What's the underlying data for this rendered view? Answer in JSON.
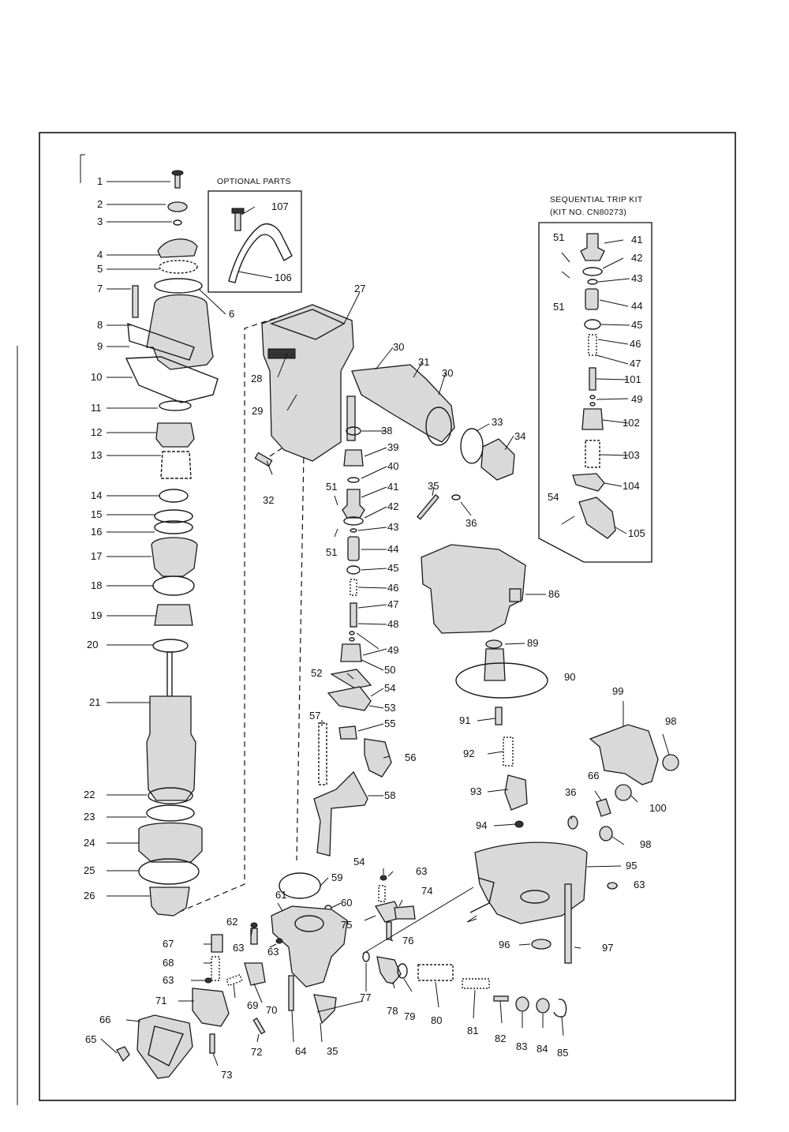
{
  "headers": {
    "optional": "OPTIONAL PARTS",
    "kit_line1": "SEQUENTIAL TRIP KIT",
    "kit_line2": "(KIT NO. CN80273)"
  },
  "callouts": [
    "1",
    "2",
    "3",
    "4",
    "5",
    "6",
    "7",
    "8",
    "9",
    "10",
    "11",
    "12",
    "13",
    "14",
    "15",
    "16",
    "17",
    "18",
    "19",
    "20",
    "21",
    "22",
    "23",
    "24",
    "25",
    "26",
    "27",
    "28",
    "29",
    "30",
    "30",
    "31",
    "32",
    "33",
    "34",
    "35",
    "36",
    "38",
    "39",
    "40",
    "41",
    "42",
    "43",
    "44",
    "45",
    "46",
    "47",
    "48",
    "49",
    "50",
    "51",
    "51",
    "52",
    "53",
    "54",
    "55",
    "56",
    "57",
    "58",
    "59",
    "60",
    "61",
    "62",
    "63",
    "63",
    "63",
    "64",
    "35",
    "65",
    "66",
    "67",
    "68",
    "69",
    "70",
    "71",
    "72",
    "73",
    "74",
    "75",
    "76",
    "77",
    "78",
    "79",
    "80",
    "81",
    "82",
    "83",
    "84",
    "85",
    "86",
    "89",
    "90",
    "91",
    "92",
    "93",
    "94",
    "36",
    "66",
    "99",
    "98",
    "100",
    "98",
    "95",
    "63",
    "96",
    "97",
    "54",
    "63",
    "107",
    "106",
    "51",
    "51",
    "41",
    "42",
    "43",
    "44",
    "45",
    "46",
    "47",
    "101",
    "49",
    "102",
    "103",
    "104",
    "54",
    "105"
  ]
}
